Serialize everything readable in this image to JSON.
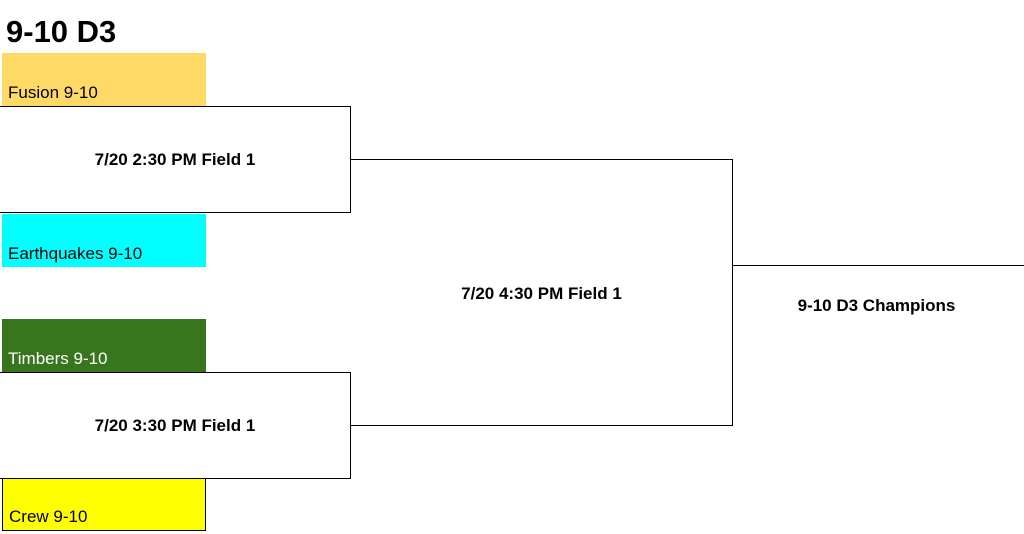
{
  "bracket": {
    "title": "9-10 D3",
    "teams": [
      {
        "name": "Fusion 9-10",
        "color": "#FFD966",
        "text_color": "#000000"
      },
      {
        "name": "Earthquakes 9-10",
        "color": "#00FFFF",
        "text_color": "#000000"
      },
      {
        "name": "Timbers 9-10",
        "color": "#38761D",
        "text_color": "#FFFFFF"
      },
      {
        "name": "Crew 9-10",
        "color": "#FFFF00",
        "text_color": "#000000"
      }
    ],
    "games": {
      "semi1": "7/20 2:30 PM Field 1",
      "semi2": "7/20 3:30 PM Field 1",
      "final": "7/20 4:30 PM Field 1"
    },
    "champion_label": "9-10 D3 Champions"
  }
}
